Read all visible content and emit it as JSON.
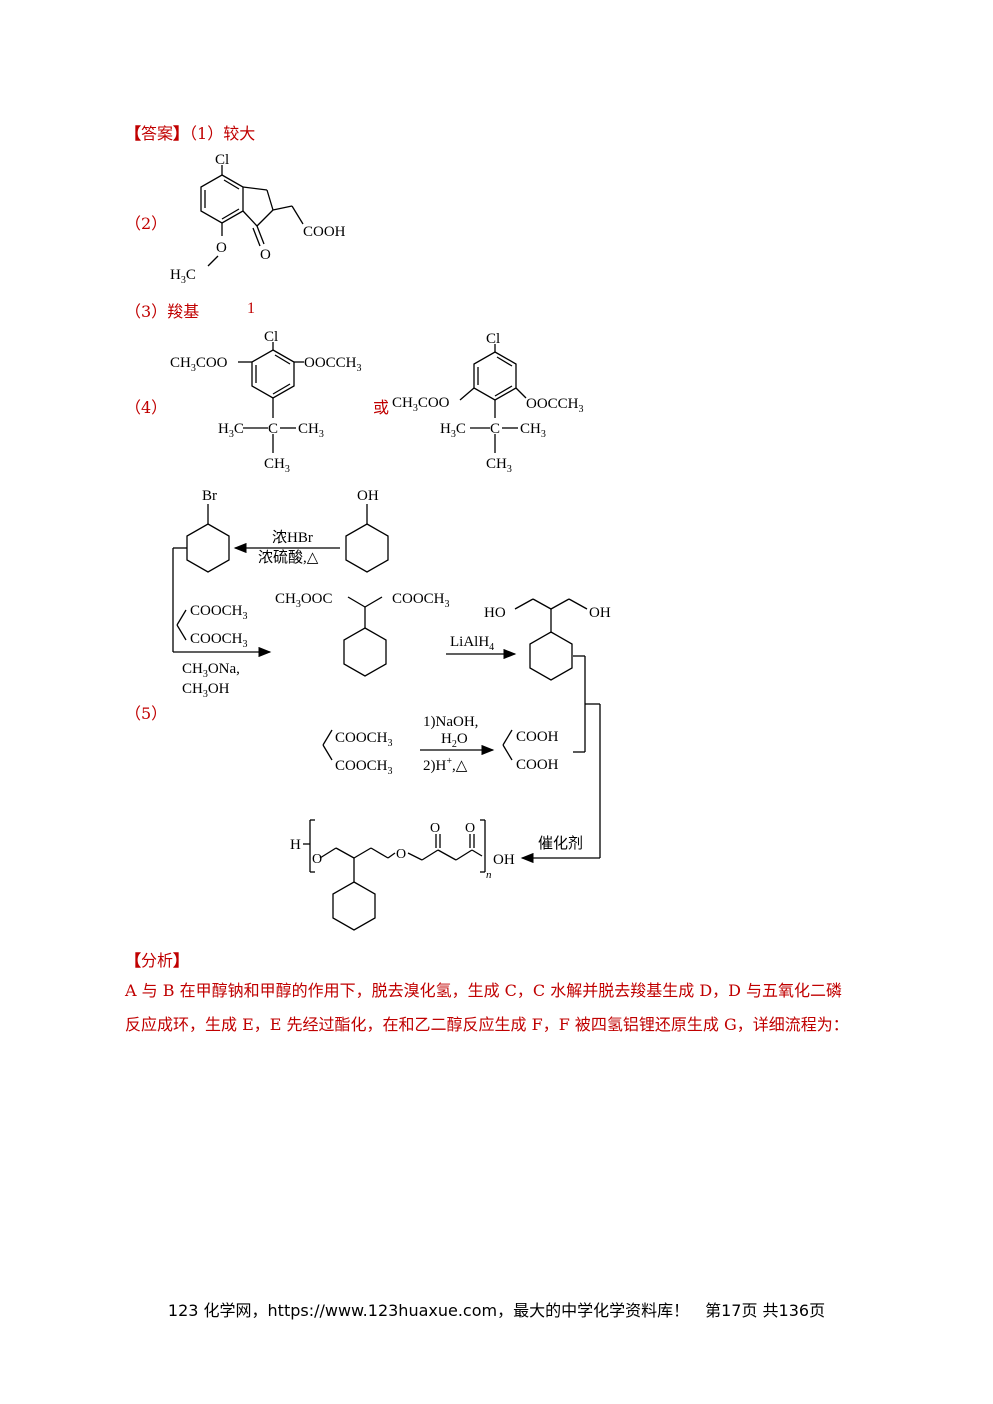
{
  "answer_heading": {
    "bracket_open": "【",
    "title": "答案",
    "bracket_close": "】"
  },
  "q1": {
    "num": "（1）",
    "text": "较大"
  },
  "q2": {
    "num": "（2）",
    "labels": [
      "Cl",
      "COOH",
      "O",
      "O",
      "H3C"
    ]
  },
  "q3": {
    "num": "（3）",
    "text": "羧基",
    "count": "1"
  },
  "q4": {
    "num": "（4）",
    "or": "或",
    "mol1": [
      "Cl",
      "CH3COO",
      "OOCCH3",
      "H3C",
      "C",
      "CH3",
      "CH3"
    ],
    "mol2": [
      "Cl",
      "CH3COO",
      "OOCCH3",
      "H3C",
      "C",
      "CH3",
      "CH3"
    ]
  },
  "q5": {
    "num": "（5）",
    "reagents": {
      "hbr_top": "浓HBr",
      "hbr_bottom": "浓硫酸,△",
      "malonate_top": "COOCH3",
      "malonate_bottom": "COOCH3",
      "base1": "CH3ONa,",
      "base2": "CH3OH",
      "lialh4": "LiAlH4",
      "naoh1": "1)NaOH,",
      "naoh2": "H2O",
      "naoh3": "2)H+,△",
      "catalyst": "催化剂"
    },
    "labels": {
      "br": "Br",
      "oh": "OH",
      "ester_left": "CH3OOC",
      "ester_right": "COOCH3",
      "ho": "HO",
      "oh2": "OH",
      "cooh1": "COOH",
      "cooh2": "COOH",
      "poly_h": "H",
      "poly_o1": "O",
      "poly_o2": "O",
      "poly_o3": "O",
      "poly_o4": "O",
      "poly_n": "n",
      "poly_oh": "OH"
    }
  },
  "analysis_heading": {
    "bracket_open": "【",
    "title": "分析",
    "bracket_close": "】"
  },
  "analysis_lines": [
    "A 与 B 在甲醇钠和甲醇的作用下，脱去溴化氢，生成 C，C 水解并脱去羧基生成 D，D 与五氧化二磷",
    "反应成环，生成 E，E 先经过酯化，在和乙二醇反应生成 F，F 被四氢铝锂还原生成 G，详细流程为："
  ],
  "footer": "123 化学网，https://www.123huaxue.com，最大的中学化学资料库！　第17页  共136页",
  "colors": {
    "accent": "#c00000",
    "text": "#000000"
  }
}
